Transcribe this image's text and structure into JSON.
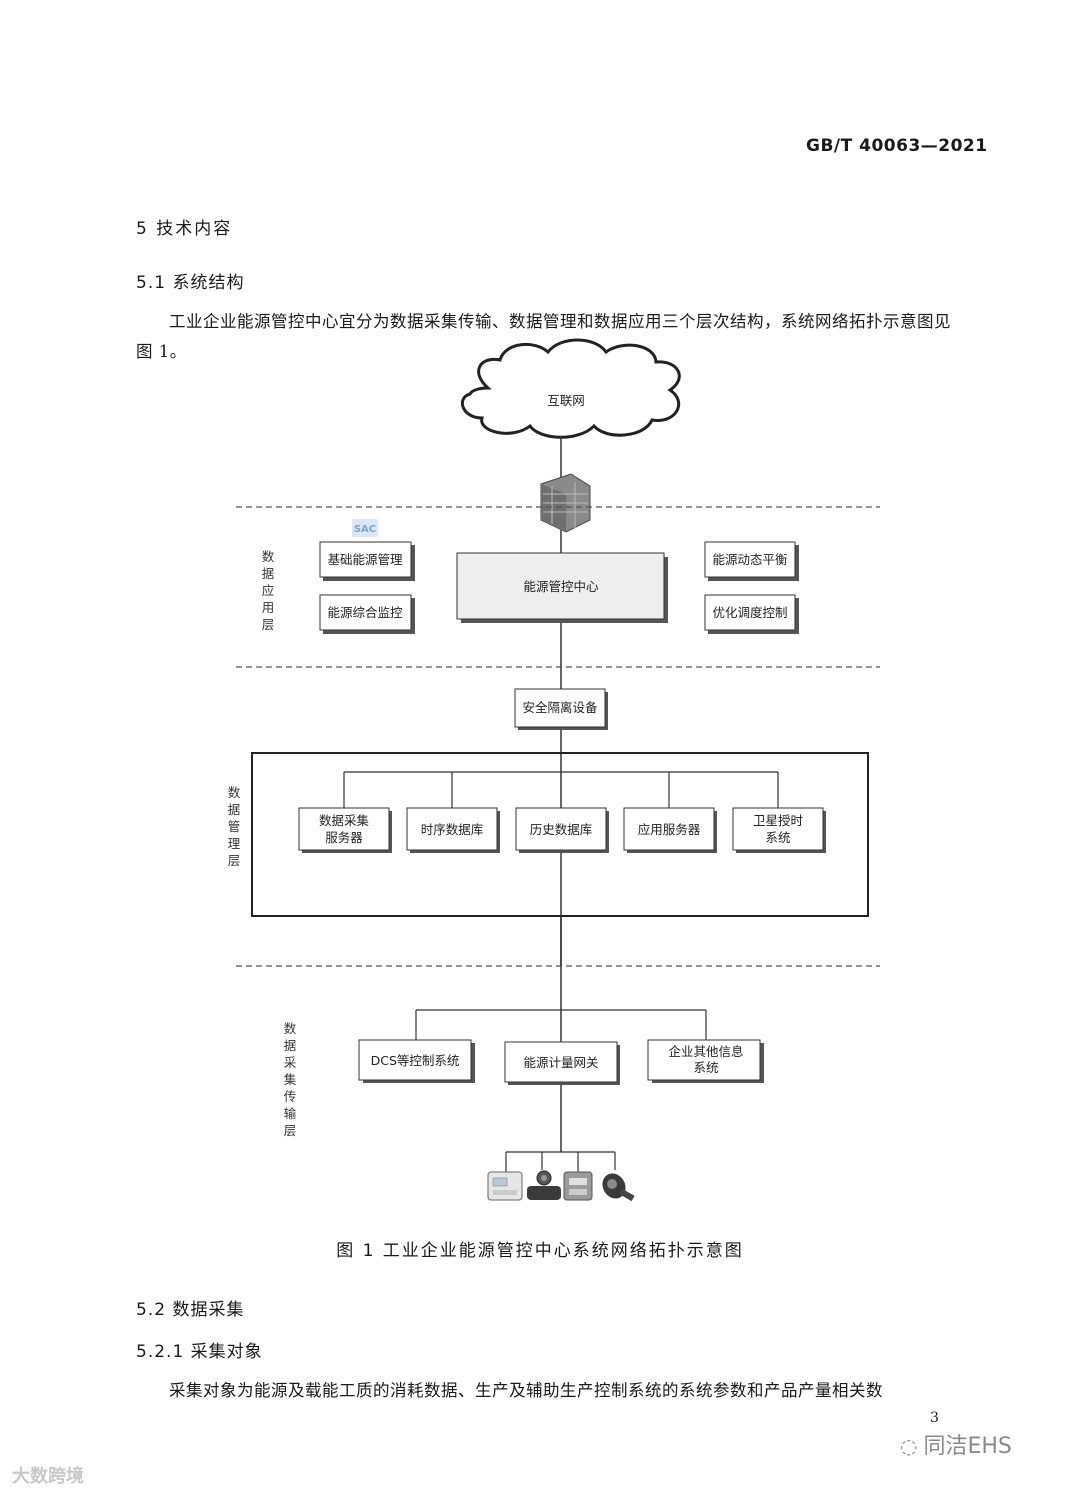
{
  "header": {
    "standard_number": "GB/T 40063—2021"
  },
  "section": {
    "title": "5   技术内容",
    "sub1": {
      "title": "5.1   系统结构",
      "paragraph": "工业企业能源管控中心宜分为数据采集传输、数据管理和数据应用三个层次结构，系统网络拓扑示意图见图 1。"
    }
  },
  "diagram": {
    "internet_label": "互联网",
    "watermark_logo": "SAC",
    "layers": {
      "application": "数据应用层",
      "management": "数据管理层",
      "acquisition": "数据采集传输层"
    },
    "application_boxes": {
      "left_top": "基础能源管理",
      "left_bottom": "能源综合监控",
      "center": "能源管控中心",
      "right_top": "能源动态平衡",
      "right_bottom": "优化调度控制"
    },
    "isolation_device": "安全隔离设备",
    "management_boxes": [
      [
        "数据采集",
        "服务器"
      ],
      [
        "时序数据库"
      ],
      [
        "历史数据库"
      ],
      [
        "应用服务器"
      ],
      [
        "卫星授时",
        "系统"
      ]
    ],
    "acquisition_boxes": [
      [
        "DCS等控制系统"
      ],
      [
        "能源计量网关"
      ],
      [
        "企业其他信息",
        "系统"
      ]
    ],
    "device_icons": [
      "electric-meter-icon",
      "flow-meter-icon",
      "gas-meter-icon",
      "water-meter-icon"
    ]
  },
  "figure_caption": "图 1   工业企业能源管控中心系统网络拓扑示意图",
  "section2": {
    "title": "5.2   数据采集",
    "sub1": {
      "title": "5.2.1   采集对象",
      "paragraph": "采集对象为能源及载能工质的消耗数据、生产及辅助生产控制系统的系统参数和产品产量相关数"
    }
  },
  "page_number": "3",
  "watermarks": {
    "right": "同洁EHS",
    "left": "大数跨境"
  }
}
